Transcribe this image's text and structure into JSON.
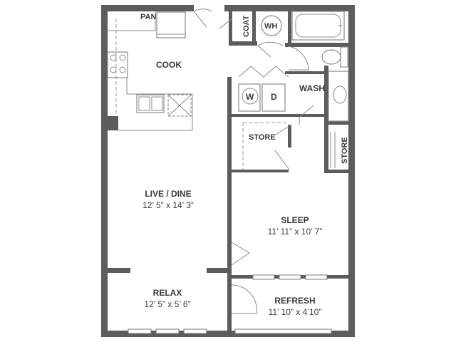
{
  "rooms": {
    "cook": {
      "label": "COOK"
    },
    "pan": {
      "label": "PAN"
    },
    "coat": {
      "label": "COAT"
    },
    "wh": {
      "label": "WH"
    },
    "wash": {
      "label": "WASH"
    },
    "washer": {
      "label": "W"
    },
    "dryer": {
      "label": "D"
    },
    "store_mid": {
      "label": "STORE"
    },
    "store_right": {
      "label": "STORE"
    },
    "live_dine": {
      "label": "LIVE / DINE",
      "dims": "12’ 5” x 14’ 3”"
    },
    "sleep": {
      "label": "SLEEP",
      "dims": "11’ 11” x 10’ 7”"
    },
    "relax": {
      "label": "RELAX",
      "dims": "12’ 5” x 5’ 6”"
    },
    "refresh": {
      "label": "REFRESH",
      "dims": "11’ 10” x 4’10”"
    }
  }
}
